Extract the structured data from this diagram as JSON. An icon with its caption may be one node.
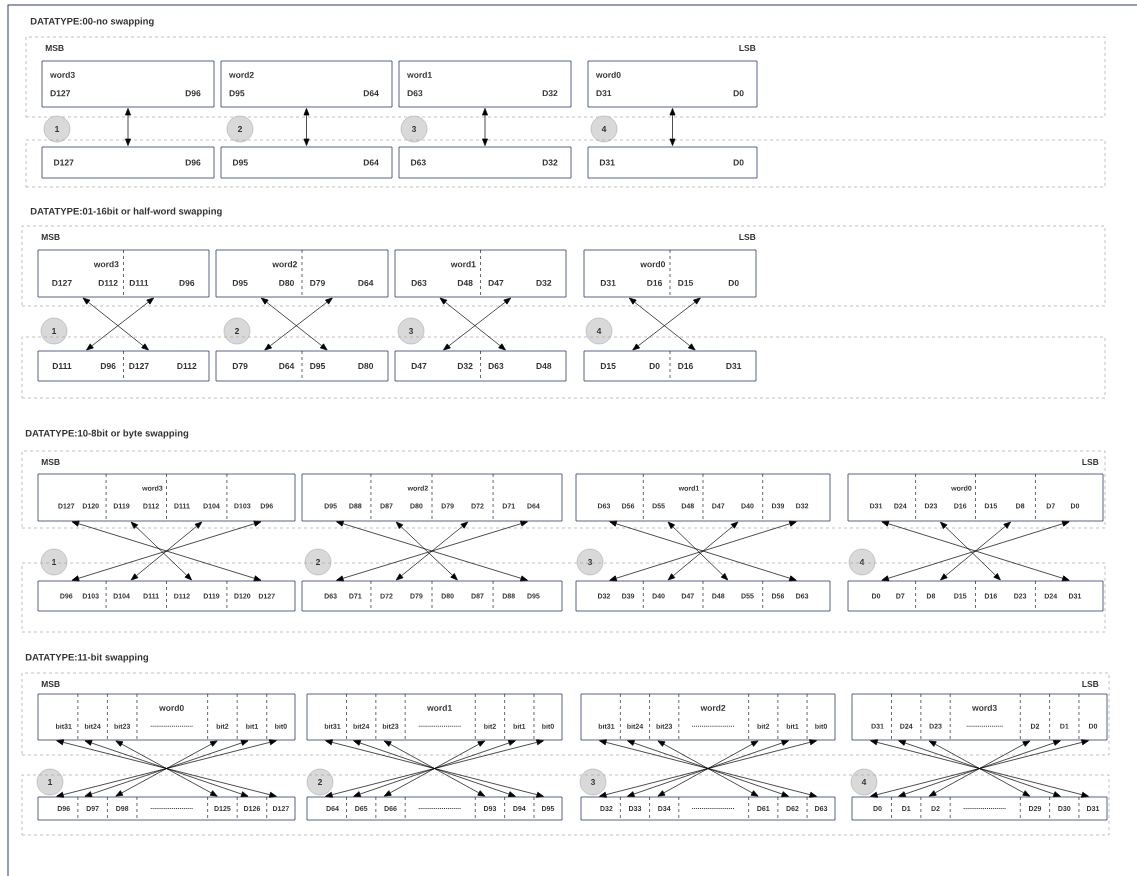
{
  "diagram": {
    "nodes": [
      {
        "text": [
          "MSB",
          "LSB"
        ]
      },
      {
        "text": [
          "word3",
          "D127",
          "D96"
        ],
        "in": 0
      },
      {
        "text": [
          "word2",
          "D95",
          "D64"
        ],
        "in": 0
      },
      {
        "text": [
          "word1",
          "D63",
          "D32"
        ],
        "in": 0
      },
      {
        "text": [
          "word0",
          "D31",
          "D0"
        ],
        "in": 0
      },
      {
        "text": [
          "1"
        ]
      },
      {
        "text": [
          "2"
        ]
      },
      {
        "text": [
          "3"
        ]
      },
      {
        "text": [
          "4"
        ]
      },
      {
        "text": [],
        "shape": "box"
      },
      {
        "text": [
          "D127",
          "D96"
        ],
        "in": 9
      },
      {
        "text": [
          "D95",
          "D64"
        ],
        "in": 9
      },
      {
        "text": [
          "D63",
          "D32"
        ],
        "in": 9
      },
      {
        "text": [
          "D31",
          "D0"
        ],
        "in": 9
      },
      {
        "text": [
          "MSB",
          "LSB"
        ]
      },
      {
        "text": [
          "word3",
          "D127",
          "D112",
          "D111",
          "D96"
        ],
        "in": 14
      },
      {
        "text": [
          "word2",
          "D95",
          "D80",
          "D79",
          "D64"
        ],
        "in": 14
      },
      {
        "text": [
          "word1",
          "D63",
          "D48",
          "D47",
          "D32"
        ],
        "in": 14
      },
      {
        "text": [
          "word0",
          "D31",
          "D16",
          "D15",
          "D0"
        ],
        "in": 14
      },
      {
        "text": [
          "1"
        ]
      },
      {
        "text": [
          "2"
        ]
      },
      {
        "text": [
          "3"
        ]
      },
      {
        "text": [
          "4"
        ]
      },
      {
        "text": [],
        "shape": "box"
      },
      {
        "text": [
          "D111",
          "D96",
          "D127",
          "D112"
        ],
        "in": 23
      },
      {
        "text": [
          "D79",
          "D64",
          "D95",
          "D80"
        ],
        "in": 23
      },
      {
        "text": [
          "D47",
          "D32",
          "D63",
          "D48"
        ],
        "in": 23
      },
      {
        "text": [
          "D15",
          "D0",
          "D16",
          "D31"
        ],
        "in": 23
      },
      {
        "text": [
          "MSB",
          "LSB"
        ]
      },
      {
        "text": [
          "word3",
          "D127",
          "D120",
          "D119",
          "D112",
          "D111",
          "D104",
          "D103",
          "D96"
        ],
        "in": 28
      },
      {
        "text": [
          "word2",
          "D95",
          "D88",
          "D87",
          "D80",
          "D79",
          "D72",
          "D71",
          "D64"
        ],
        "in": 28
      },
      {
        "text": [
          "word1",
          "D63",
          "D56",
          "D55",
          "D48",
          "D47",
          "D40",
          "D39",
          "D32"
        ],
        "in": 28
      },
      {
        "text": [
          "word0",
          "D31",
          "D24",
          "D23",
          "D16",
          "D15",
          "D8",
          "D7",
          "D0"
        ],
        "in": 28
      },
      {
        "text": [
          "1"
        ]
      },
      {
        "text": [
          "2"
        ]
      },
      {
        "text": [
          "3"
        ]
      },
      {
        "text": [
          "4"
        ]
      },
      {
        "text": [],
        "shape": "box"
      },
      {
        "text": [
          "D96",
          "D103",
          "D104",
          "D111",
          "D112",
          "D119",
          "D120",
          "D127"
        ],
        "in": 37
      },
      {
        "text": [
          "D63",
          "D71",
          "D72",
          "D79",
          "D80",
          "D87",
          "D88",
          "D95"
        ],
        "in": 37
      },
      {
        "text": [
          "D32",
          "D39",
          "D40",
          "D47",
          "D48",
          "D55",
          "D56",
          "D63"
        ],
        "in": 37
      },
      {
        "text": [
          "D0",
          "D7",
          "D8",
          "D15",
          "D16",
          "D23",
          "D24",
          "D31"
        ],
        "in": 37
      },
      {
        "text": [
          "MSB",
          "LSB"
        ]
      },
      {
        "text": [
          "word0",
          "bit31",
          "bit24",
          "bit23",
          "......................",
          "bit2",
          "bit1",
          "bit0"
        ],
        "in": 42
      },
      {
        "text": [
          "word1",
          "bit31",
          "bit24",
          "bit23",
          "......................",
          "bit2",
          "bit1",
          "bit0"
        ],
        "in": 42
      },
      {
        "text": [
          "word2",
          "bit31",
          "bit24",
          "bit23",
          "......................",
          "bit2",
          "bit1",
          "bit0"
        ],
        "in": 42
      },
      {
        "text": [
          "word3",
          "D31",
          "D24",
          "D23",
          "...................",
          "D2",
          "D1",
          "D0"
        ],
        "in": 42
      },
      {
        "text": [
          "1"
        ]
      },
      {
        "text": [
          "2"
        ]
      },
      {
        "text": [
          "3"
        ]
      },
      {
        "text": [
          "4"
        ]
      },
      {
        "text": [],
        "shape": "box"
      },
      {
        "text": [
          "D96",
          "D97",
          "D98",
          "......................",
          "D125",
          "D126",
          "D127"
        ],
        "in": 51
      },
      {
        "text": [
          "D64",
          "D65",
          "D66",
          "......................",
          "D93",
          "D94",
          "D95"
        ],
        "in": 51
      },
      {
        "text": [
          "D32",
          "D33",
          "D34",
          "......................",
          "D61",
          "D62",
          "D63"
        ],
        "in": 51
      },
      {
        "text": [
          "D0",
          "D1",
          "D2",
          "......................",
          "D29",
          "D30",
          "D31"
        ],
        "in": 51
      }
    ],
    "edges": [
      {
        "from": 1,
        "to": 10,
        "arrow": "both"
      },
      {
        "from": 2,
        "to": 11,
        "arrow": "both"
      },
      {
        "from": 3,
        "to": 12,
        "arrow": "both"
      },
      {
        "from": 4,
        "to": 13,
        "arrow": "both"
      },
      {
        "from": 15,
        "to": 24,
        "arrow": "both"
      },
      {
        "from": 15,
        "to": 24,
        "arrow": "both"
      },
      {
        "from": 16,
        "to": 25,
        "arrow": "both"
      },
      {
        "from": 16,
        "to": 25,
        "arrow": "both"
      },
      {
        "from": 17,
        "to": 26,
        "arrow": "both"
      },
      {
        "from": 17,
        "to": 26,
        "arrow": "both"
      },
      {
        "from": 18,
        "to": 27,
        "arrow": "both"
      },
      {
        "from": 18,
        "to": 27,
        "arrow": "both"
      },
      {
        "from": 29,
        "to": 38,
        "arrow": "both"
      },
      {
        "from": 29,
        "to": 38,
        "arrow": "both"
      },
      {
        "from": 29,
        "to": 38,
        "arrow": "both"
      },
      {
        "from": 29,
        "to": 38,
        "arrow": "both"
      },
      {
        "from": 30,
        "to": 39,
        "arrow": "both"
      },
      {
        "from": 30,
        "to": 39,
        "arrow": "both"
      },
      {
        "from": 30,
        "to": 39,
        "arrow": "both"
      },
      {
        "from": 30,
        "to": 39,
        "arrow": "both"
      },
      {
        "from": 31,
        "to": 40,
        "arrow": "both"
      },
      {
        "from": 31,
        "to": 40,
        "arrow": "both"
      },
      {
        "from": 31,
        "to": 40,
        "arrow": "both"
      },
      {
        "from": 31,
        "to": 40,
        "arrow": "both"
      },
      {
        "from": 32,
        "to": 41,
        "arrow": "both"
      },
      {
        "from": 32,
        "to": 41,
        "arrow": "both"
      },
      {
        "from": 32,
        "to": 41,
        "arrow": "both"
      },
      {
        "from": 32,
        "to": 41,
        "arrow": "both"
      },
      {
        "from": 43,
        "to": 52,
        "arrow": "both"
      },
      {
        "from": 43,
        "to": 52,
        "arrow": "both"
      },
      {
        "from": 43,
        "to": 52,
        "arrow": "both"
      },
      {
        "from": 43,
        "to": 52,
        "arrow": "both"
      },
      {
        "from": 43,
        "to": 52,
        "arrow": "both"
      },
      {
        "from": 43,
        "to": 52,
        "arrow": "both"
      },
      {
        "from": 44,
        "to": 53,
        "arrow": "both"
      },
      {
        "from": 44,
        "to": 53,
        "arrow": "both"
      },
      {
        "from": 44,
        "to": 53,
        "arrow": "both"
      },
      {
        "from": 44,
        "to": 53,
        "arrow": "both"
      },
      {
        "from": 44,
        "to": 53,
        "arrow": "both"
      },
      {
        "from": 44,
        "to": 53,
        "arrow": "both"
      },
      {
        "from": 45,
        "to": 54,
        "arrow": "both"
      },
      {
        "from": 45,
        "to": 54,
        "arrow": "both"
      },
      {
        "from": 45,
        "to": 54,
        "arrow": "both"
      },
      {
        "from": 45,
        "to": 54,
        "arrow": "both"
      },
      {
        "from": 45,
        "to": 54,
        "arrow": "both"
      },
      {
        "from": 45,
        "to": 54,
        "arrow": "both"
      },
      {
        "from": 46,
        "to": 55,
        "arrow": "both"
      },
      {
        "from": 46,
        "to": 55,
        "arrow": "both"
      },
      {
        "from": 46,
        "to": 55,
        "arrow": "both"
      },
      {
        "from": 46,
        "to": 55,
        "arrow": "both"
      },
      {
        "from": 46,
        "to": 55,
        "arrow": "both"
      },
      {
        "from": 46,
        "to": 55,
        "arrow": "both"
      }
    ],
    "labels": [
      "DATATYPE:00-no swapping",
      "DATATYPE:01-16bit or half-word swapping",
      "DATATYPE:10-8bit or byte swapping",
      "DATATYPE:11-bit  swapping"
    ]
  }
}
